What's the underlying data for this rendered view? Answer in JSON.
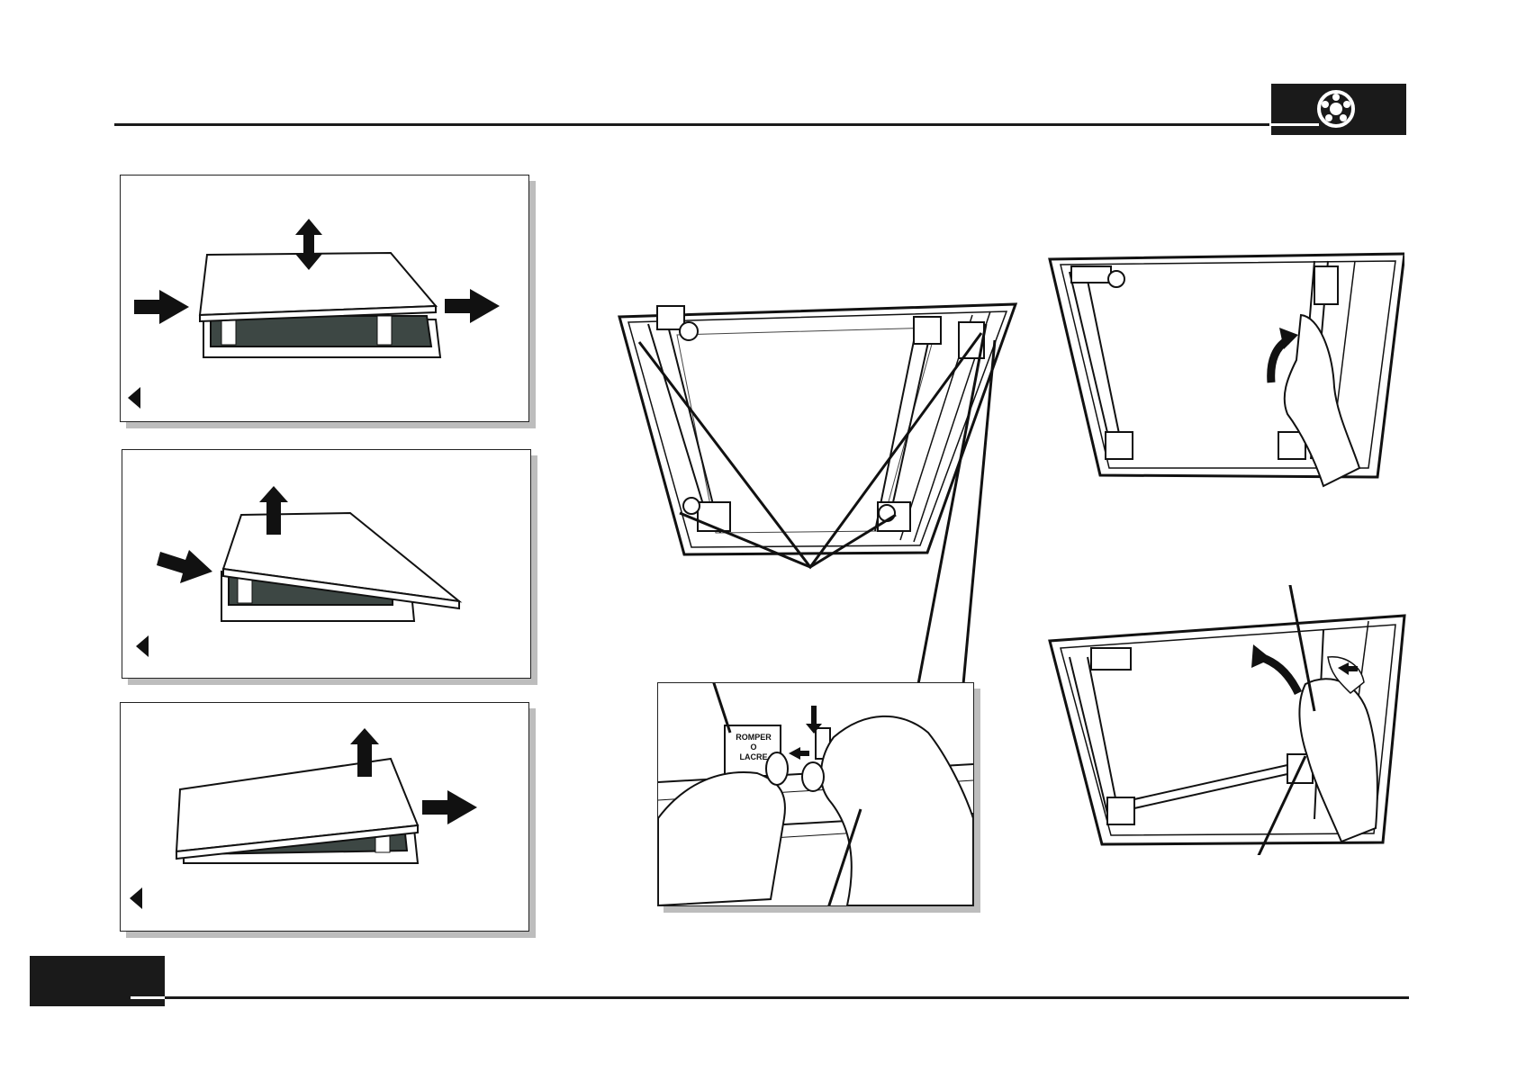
{
  "header": {
    "icon": "wheel-icon"
  },
  "figures": [
    {
      "name": "panel-slide-diagram",
      "nav_icon": "back-triangle-icon"
    },
    {
      "name": "panel-lift-front-diagram",
      "nav_icon": "back-triangle-icon"
    },
    {
      "name": "panel-lift-rear-diagram",
      "nav_icon": "back-triangle-icon"
    }
  ],
  "seal_label": {
    "line1": "ROMPER",
    "line2": "O",
    "line3": "LACRE"
  },
  "colors": {
    "ink": "#1a1a1a",
    "shadow": "#bdbdbd",
    "glass": "#3d4744"
  }
}
